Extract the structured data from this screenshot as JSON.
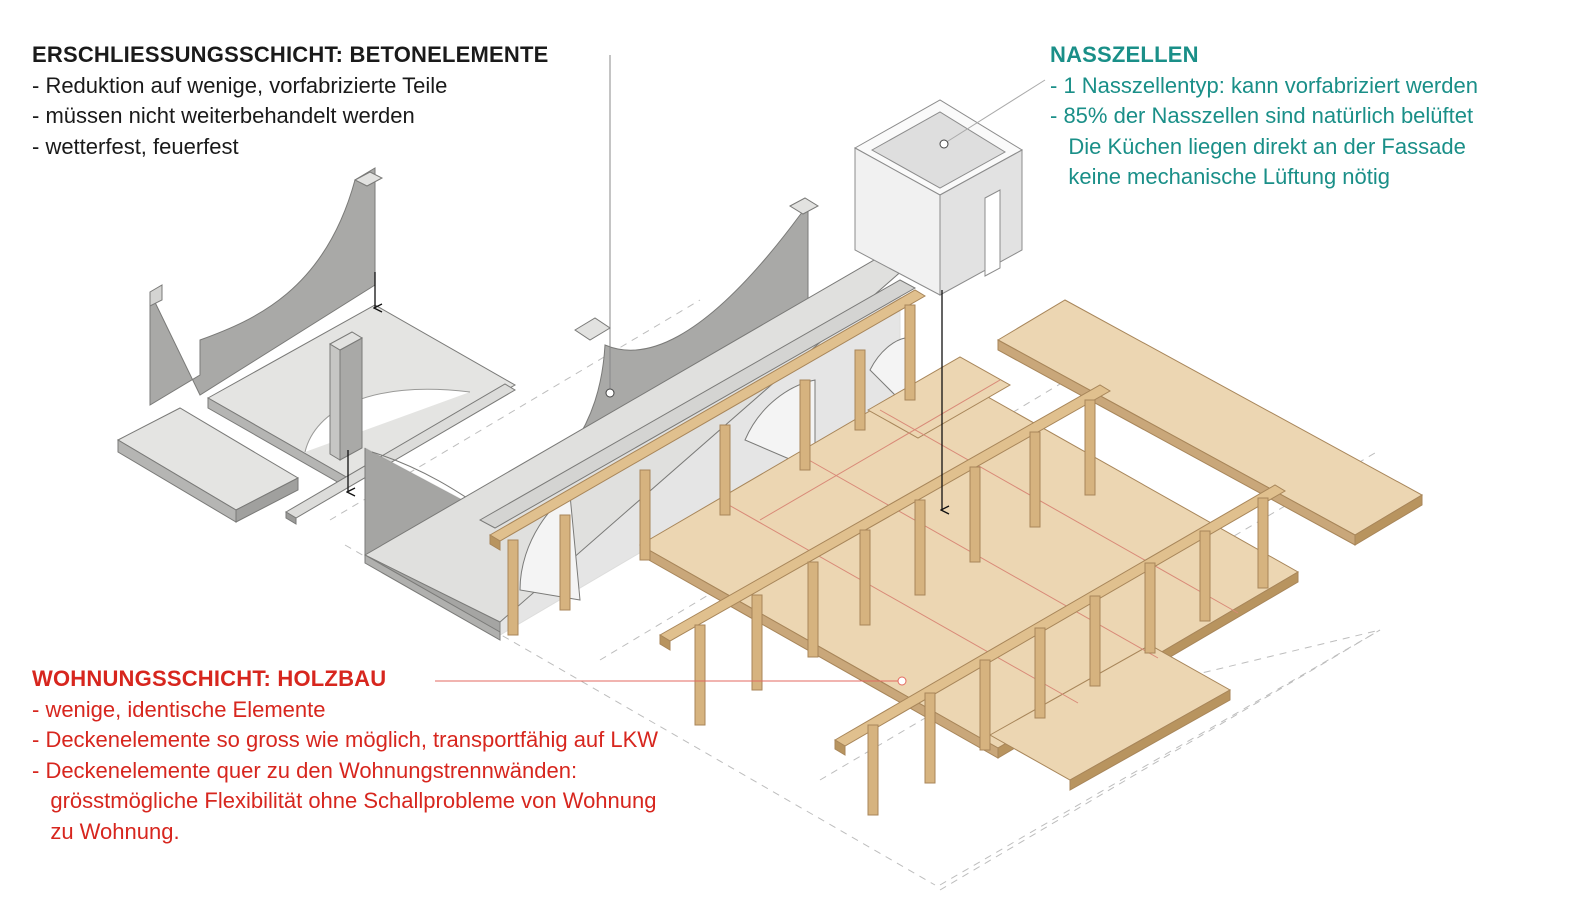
{
  "colors": {
    "concrete_text": "#1a1a1a",
    "wet_text": "#1a8f88",
    "wood_text": "#d7261e",
    "concrete_top": "#e4e4e2",
    "concrete_side": "#a9a9a7",
    "wood_top": "#ecd6b2",
    "wood_side": "#c9a77a",
    "cell_white": "#f3f3f3"
  },
  "annotations": {
    "concrete": {
      "heading": "ERSCHLIESSUNGSSCHICHT: BETONELEMENTE",
      "lines": [
        "- Reduktion auf wenige, vorfabrizierte Teile",
        "- müssen nicht weiterbehandelt werden",
        "- wetterfest, feuerfest"
      ]
    },
    "wet_cells": {
      "heading": "NASSZELLEN",
      "lines": [
        "- 1 Nasszellentyp: kann vorfabriziert werden",
        "- 85% der Nasszellen sind natürlich belüftet",
        "   Die Küchen liegen direkt an der Fassade",
        "   keine mechanische Lüftung nötig"
      ]
    },
    "wood": {
      "heading": "WOHNUNGSSCHICHT: HOLZBAU",
      "lines": [
        "- wenige, identische Elemente",
        "- Deckenelemente so gross wie möglich, transportfähig auf LKW",
        "- Deckenelemente quer zu den Wohnungstrennwänden:",
        "   grösstmögliche Flexibilität ohne Schallprobleme von Wohnung",
        "   zu Wohnung."
      ]
    }
  }
}
